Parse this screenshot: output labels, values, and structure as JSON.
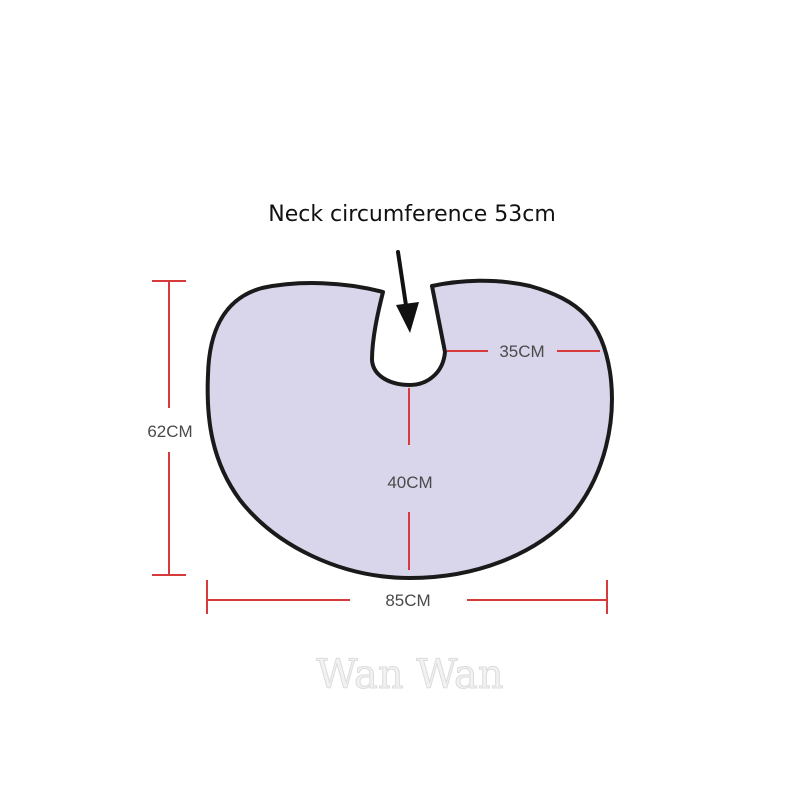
{
  "title": "Neck circumference 53cm",
  "dimensions": {
    "height": "62CM",
    "width": "85CM",
    "shoulder": "35CM",
    "front_length": "40CM"
  },
  "watermark": "Wan Wan",
  "colors": {
    "cape_fill": "#d9d6ec",
    "outline": "#1a1a1a",
    "dimension_line": "#d63a3a",
    "label": "#4a4a4a"
  }
}
